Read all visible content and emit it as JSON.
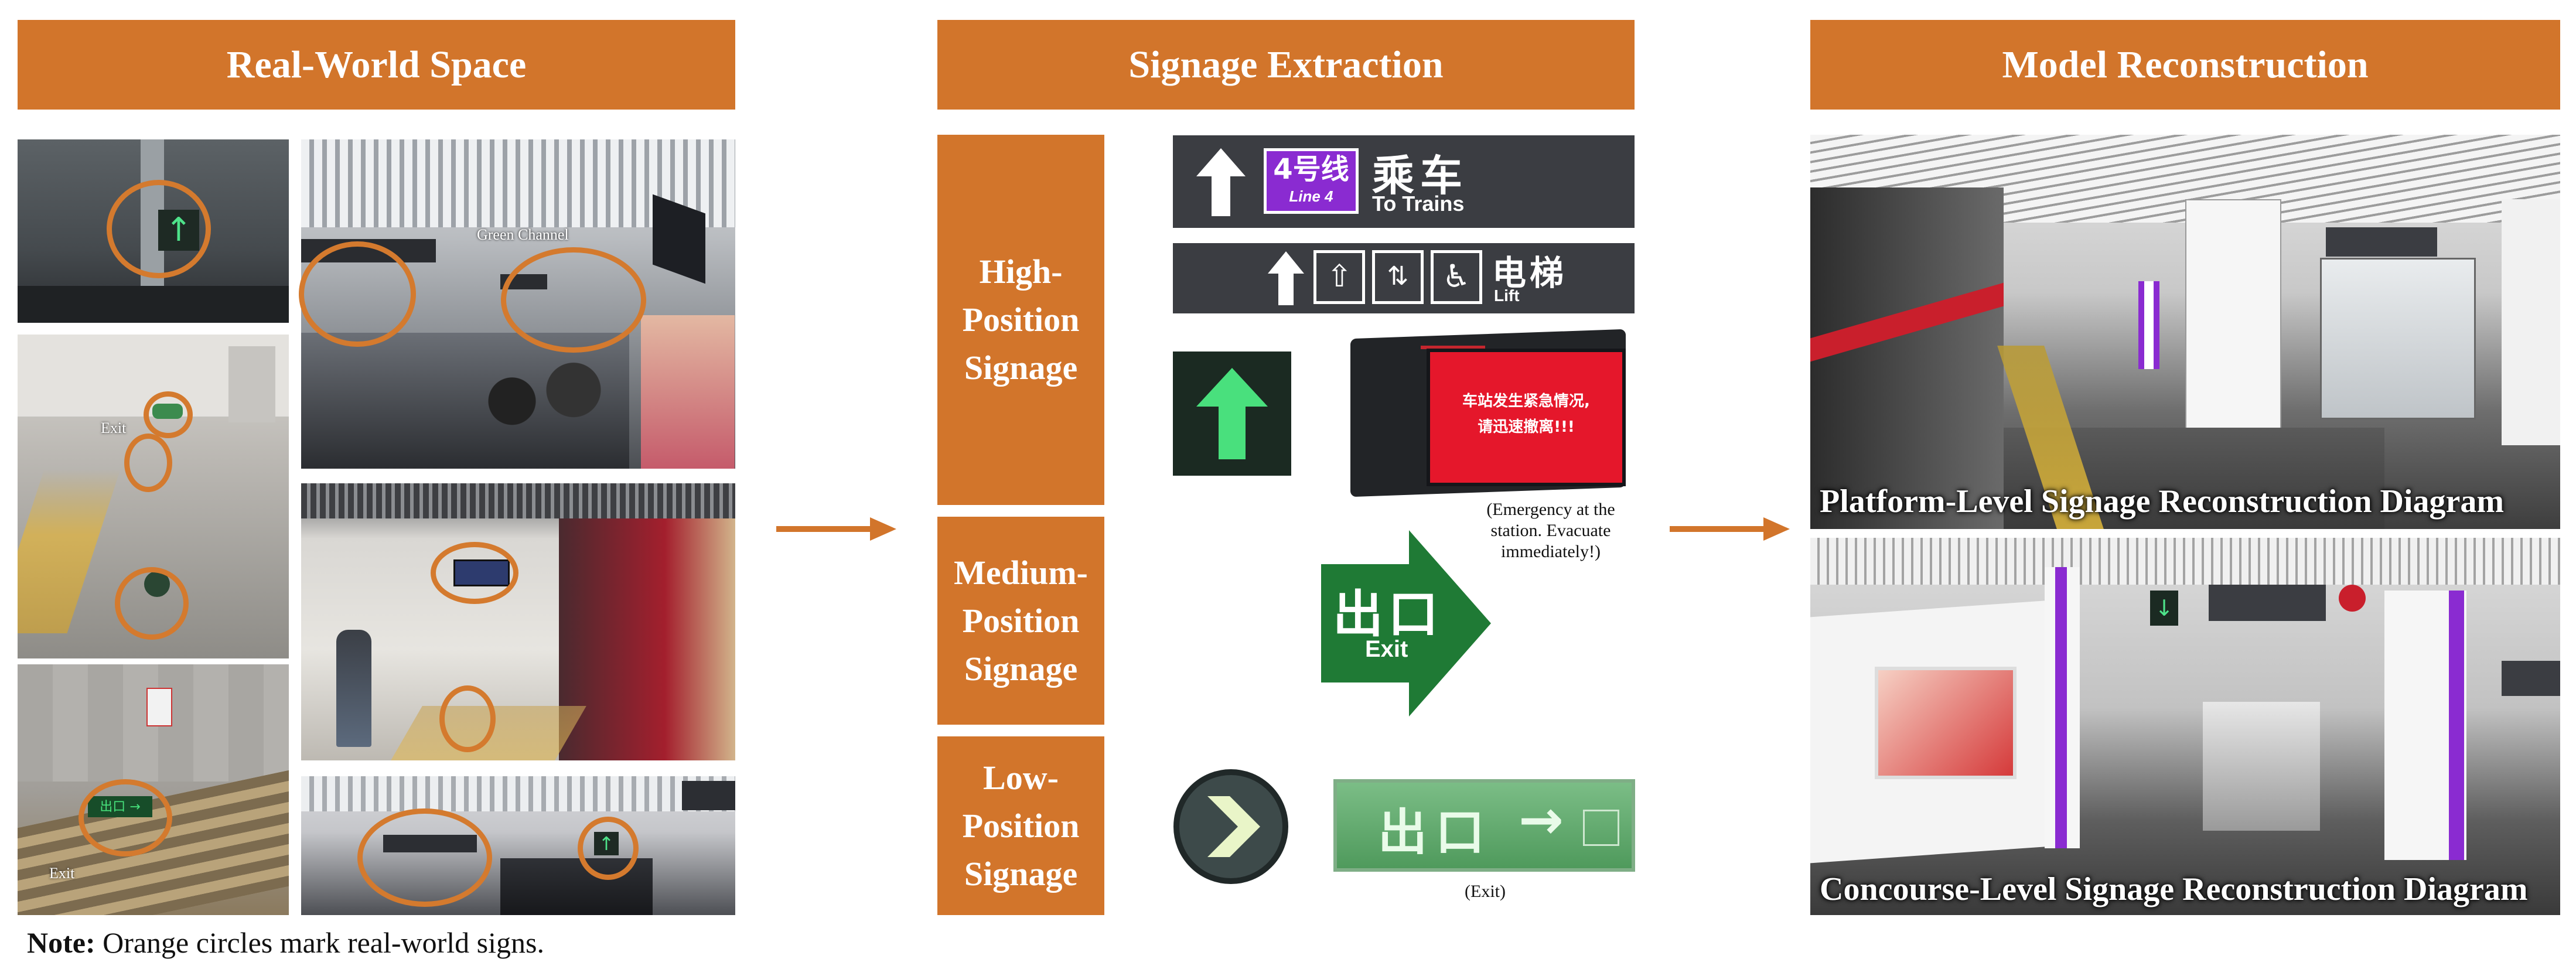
{
  "columns": {
    "left_header": "Real-World Space",
    "middle_header": "Signage Extraction",
    "right_header": "Model Reconstruction"
  },
  "categories": {
    "high": [
      "High-",
      "Position",
      "Signage"
    ],
    "medium": [
      "Medium-",
      "Position",
      "Signage"
    ],
    "low": [
      "Low-",
      "Position",
      "Signage"
    ]
  },
  "photo_labels": {
    "exit_1": "Exit",
    "green_channel": "Green Channel",
    "exit_2": "Exit"
  },
  "signs": {
    "line4_number": "4号线",
    "line4_sub": "Line 4",
    "to_trains_cn": "乘车",
    "to_trains_en": "To Trains",
    "lift_cn": "电梯",
    "lift_en": "Lift",
    "screen_line1": "车站发生紧急情况,",
    "screen_line2": "请迅速撤离!!!",
    "exit_cn": "出口",
    "exit_en": "Exit",
    "led_text": "出口",
    "led_arrow": "→"
  },
  "captions": {
    "emergency": "(Emergency at the station. Evacuate immediately!)",
    "exit": "(Exit)"
  },
  "reconstruction": {
    "platform": "Platform-Level Signage Reconstruction Diagram",
    "concourse": "Concourse-Level Signage Reconstruction Diagram"
  },
  "note": {
    "bold": "Note:",
    "text": " Orange circles mark real-world signs."
  },
  "colors": {
    "orange": "#d2752b",
    "sign_dark": "#3b3d42",
    "exit_green": "#1f7a35",
    "screen_red": "#e5172b",
    "metro_purple": "#8a2bd1"
  }
}
